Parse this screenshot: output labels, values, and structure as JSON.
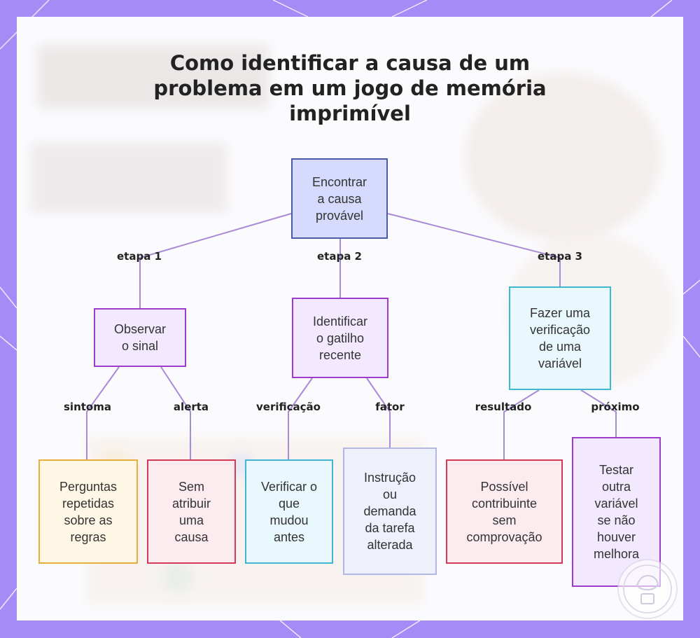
{
  "title_lines": [
    "Como identificar a causa de um",
    "problema em um jogo de memória",
    "imprimível"
  ],
  "nodes": {
    "root": "Encontrar\na causa\nprovável",
    "observar": "Observar\no sinal",
    "gatilho": "Identificar\no gatilho\nrecente",
    "verificacao": "Fazer uma\nverificação\nde uma\nvariável",
    "perguntas": "Perguntas\nrepetidas\nsobre as\nregras",
    "sem_atribuir": "Sem\natribuir\numa\ncausa",
    "verificar": "Verificar o\nque\nmudou\nantes",
    "instrucao": "Instrução\nou\ndemanda\nda tarefa\nalterada",
    "possivel": "Possível\ncontribuinte\nsem\ncomprovação",
    "testar": "Testar\noutra\nvariável\nse não\nhouver\nmelhora"
  },
  "edge_labels": {
    "etapa1": "etapa 1",
    "etapa2": "etapa 2",
    "etapa3": "etapa 3",
    "sintoma": "sintoma",
    "alerta": "alerta",
    "verificacao": "verificação",
    "fator": "fator",
    "resultado": "resultado",
    "proximo": "próximo"
  },
  "colors": {
    "frame": "#a48bf5",
    "edge": "#a98ad6",
    "root_fill": "#d6dafd",
    "root_border": "#4d5aa8",
    "purple_fill": "#f3e9fe",
    "purple_border": "#9c3bcd",
    "cyan_fill": "#e9f8fc",
    "cyan_border": "#3fb6d3",
    "yellow_fill": "#fff7e6",
    "yellow_border": "#e9ad3b",
    "red_fill": "#fdecef",
    "red_border": "#d23a55",
    "lav_fill": "#eef0fb",
    "lav_border": "#b3b7e3"
  }
}
